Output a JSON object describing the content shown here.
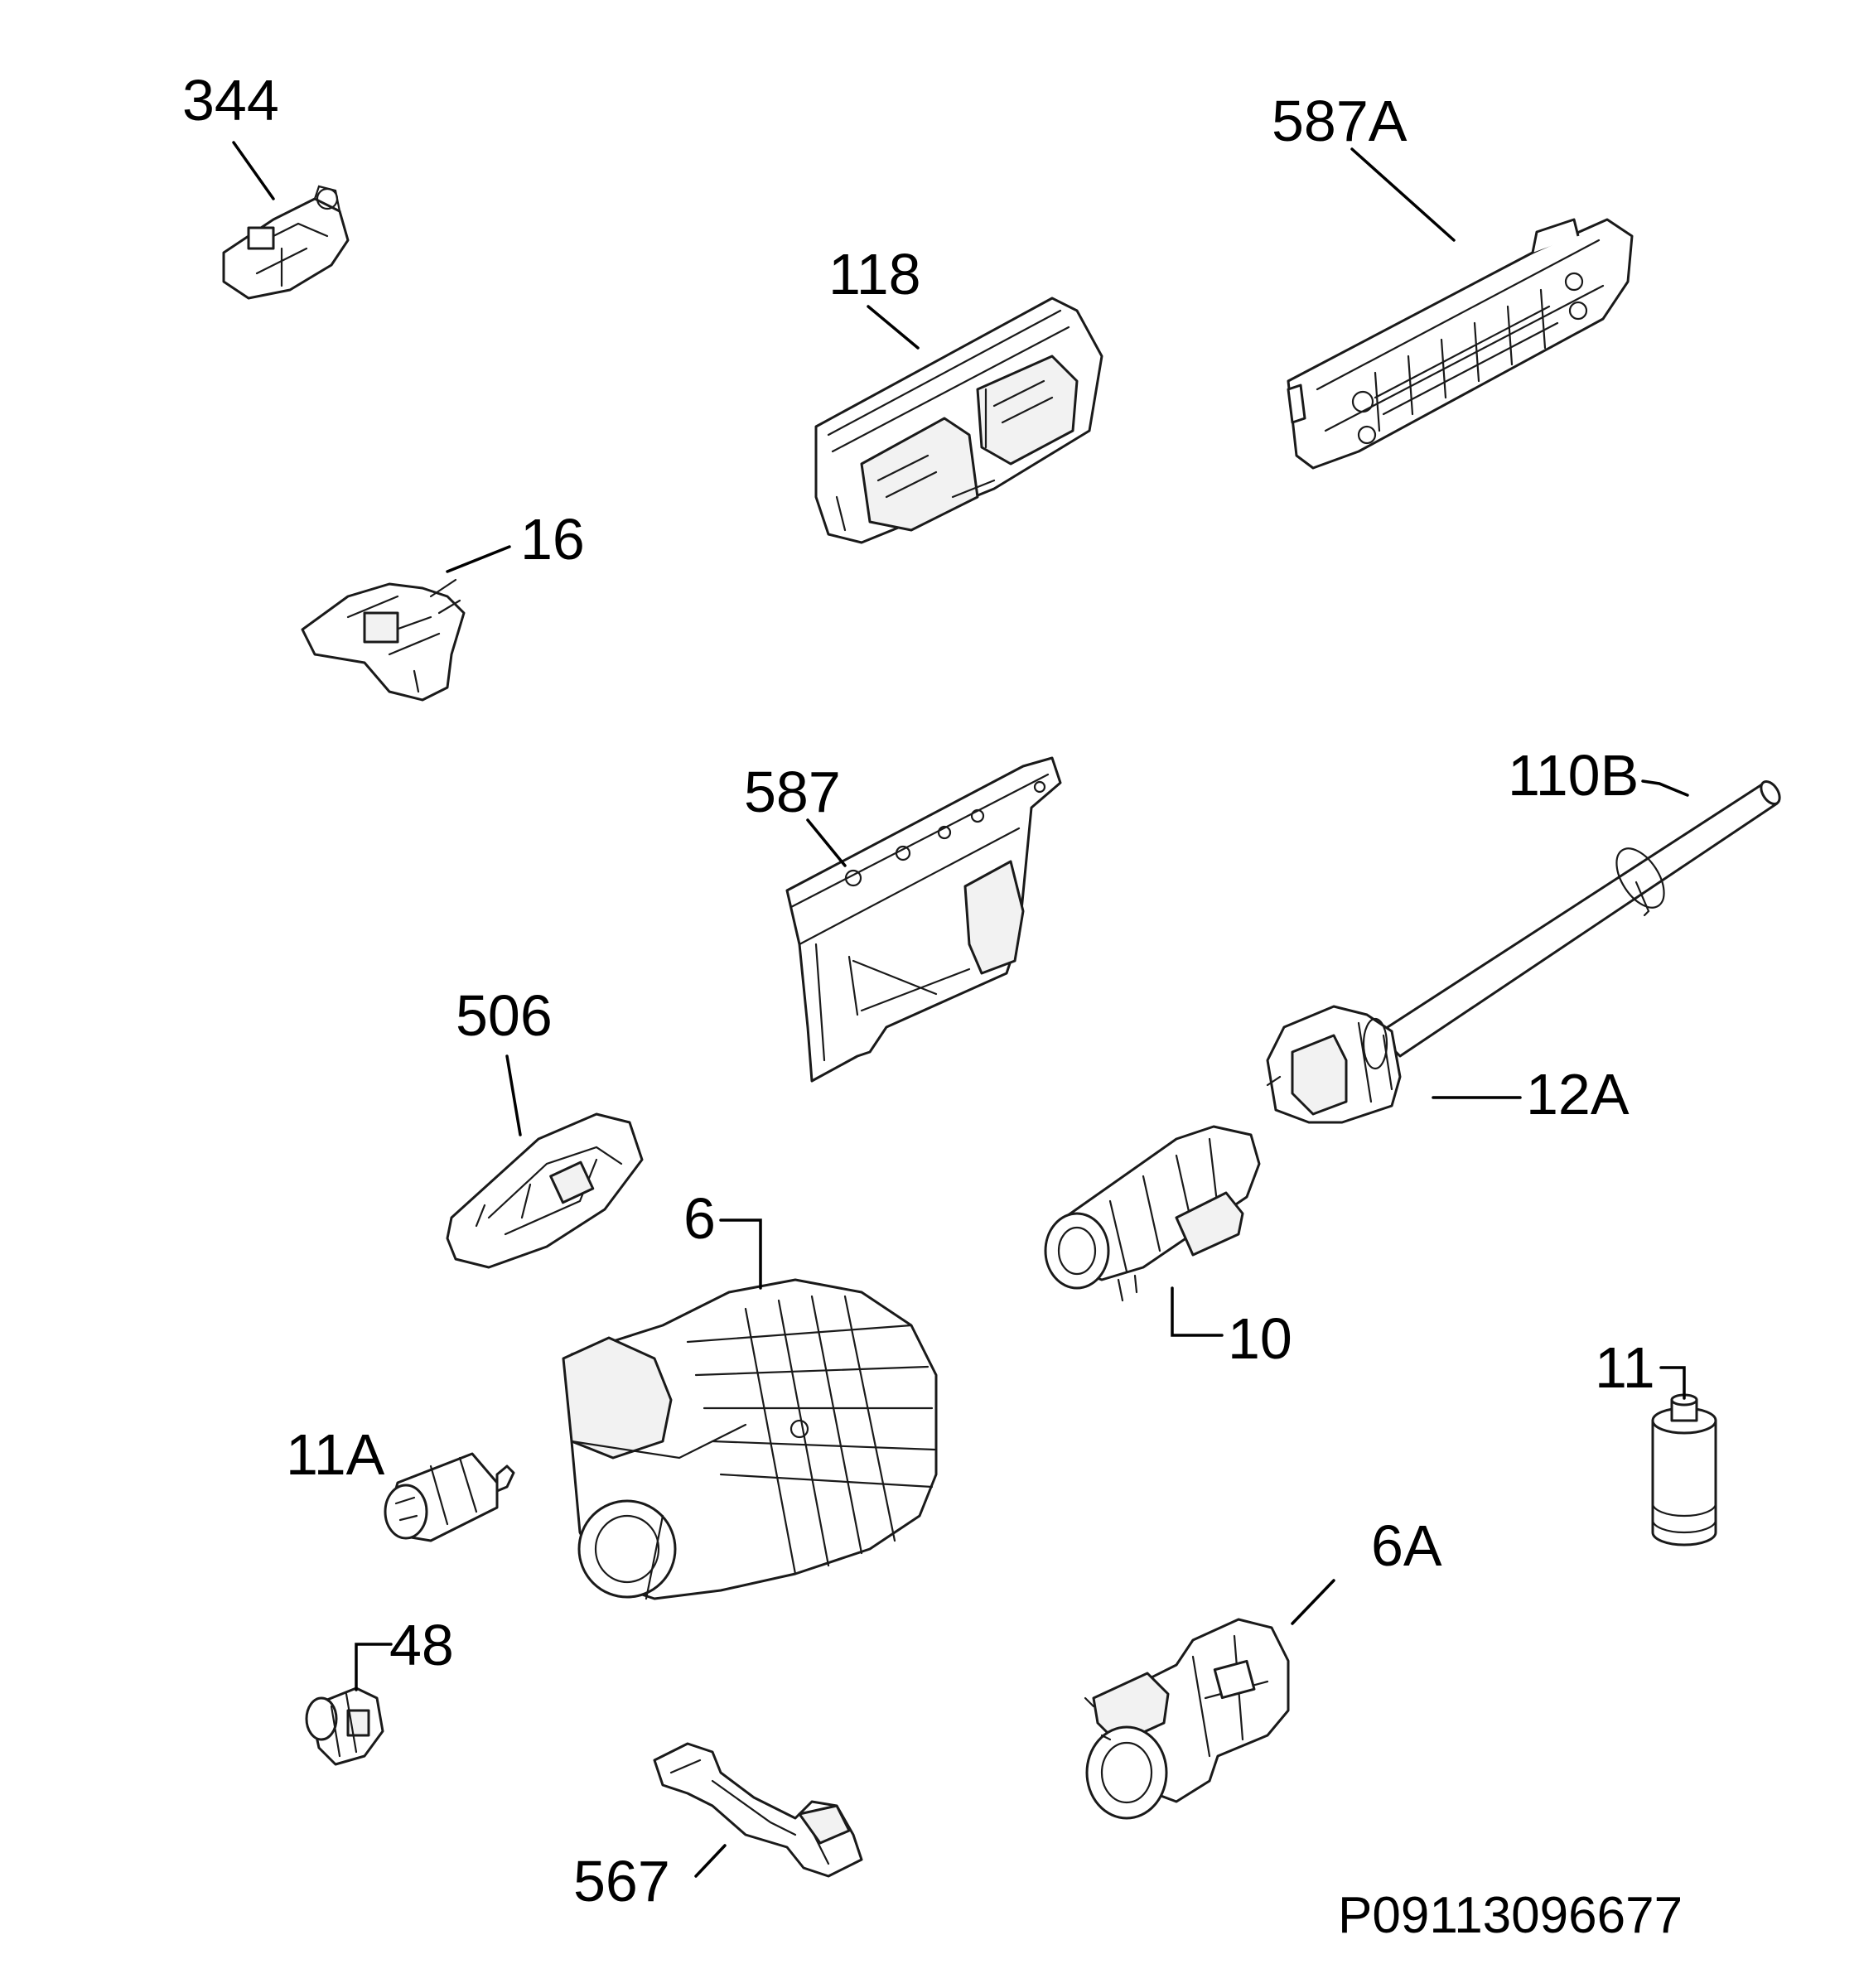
{
  "diagram": {
    "reference_code": "P09113096677",
    "parts": [
      {
        "id": "p344",
        "label": "344"
      },
      {
        "id": "p118",
        "label": "118"
      },
      {
        "id": "p587A",
        "label": "587A"
      },
      {
        "id": "p16",
        "label": "16"
      },
      {
        "id": "p587",
        "label": "587"
      },
      {
        "id": "p110B",
        "label": "110B"
      },
      {
        "id": "p506",
        "label": "506"
      },
      {
        "id": "p12A",
        "label": "12A"
      },
      {
        "id": "p6",
        "label": "6"
      },
      {
        "id": "p10",
        "label": "10"
      },
      {
        "id": "p11",
        "label": "11"
      },
      {
        "id": "p11A",
        "label": "11A"
      },
      {
        "id": "p6A",
        "label": "6A"
      },
      {
        "id": "p48",
        "label": "48"
      },
      {
        "id": "p567",
        "label": "567"
      }
    ]
  }
}
